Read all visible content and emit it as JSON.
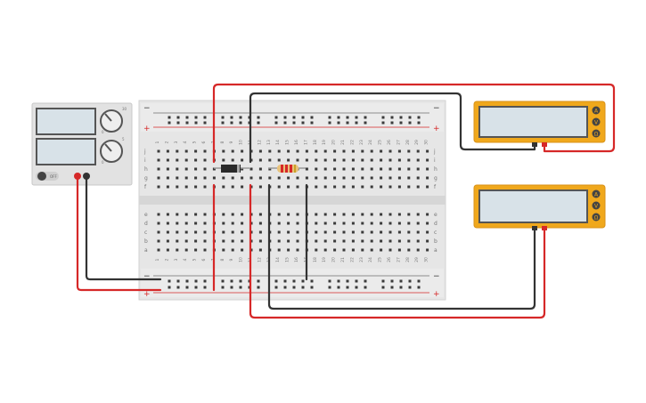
{
  "workspace": {
    "background": "#ffffff"
  },
  "power_supply": {
    "power_switch_label": "OFF",
    "knob_top_labels": [
      "0",
      "30"
    ],
    "knob_bottom_labels": [
      "0",
      "5"
    ],
    "minus_terminal_label": "−",
    "plus_terminal_label": "+",
    "display_color": "#d8e2e8"
  },
  "breadboard": {
    "rail_minus": "−",
    "rail_plus": "+",
    "row_letters_top": [
      "j",
      "i",
      "h",
      "g",
      "f"
    ],
    "row_letters_bottom": [
      "e",
      "d",
      "c",
      "b",
      "a"
    ],
    "column_numbers": [
      "1",
      "2",
      "3",
      "4",
      "5",
      "6",
      "7",
      "8",
      "9",
      "10",
      "11",
      "12",
      "13",
      "14",
      "15",
      "16",
      "17",
      "18",
      "19",
      "20",
      "21",
      "22",
      "23",
      "24",
      "25",
      "26",
      "27",
      "28",
      "29",
      "30"
    ]
  },
  "components": {
    "diode": "diode-icon",
    "resistor": "resistor-icon"
  },
  "multimeters": [
    {
      "mode_labels": [
        "A",
        "V",
        "Ω"
      ]
    },
    {
      "mode_labels": [
        "A",
        "V",
        "Ω"
      ]
    }
  ],
  "colors": {
    "wire_red": "#d62828",
    "wire_black": "#333333",
    "meter_body": "#f0a81c",
    "breadboard_body": "#e6e6e6",
    "rail_red": "#d62828"
  }
}
